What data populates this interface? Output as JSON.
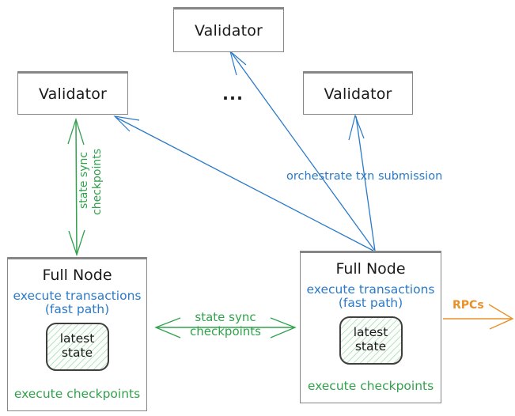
{
  "diagram": {
    "title": "Sui network topology: validators, full nodes, state sync",
    "colors": {
      "blue": "#2a7ac9",
      "green": "#31a24c",
      "orange": "#e8912a",
      "box_border": "#868686",
      "text": "#1a1a1a"
    },
    "validators": [
      {
        "id": "validator-top",
        "label": "Validator"
      },
      {
        "id": "validator-left",
        "label": "Validator"
      },
      {
        "id": "validator-right",
        "label": "Validator"
      }
    ],
    "ellipsis": "...",
    "full_nodes": [
      {
        "id": "full-node-left",
        "title": "Full Node",
        "blue_line1": "execute transactions",
        "blue_line2": "(fast path)",
        "state_line1": "latest",
        "state_line2": "state",
        "green_line": "execute checkpoints"
      },
      {
        "id": "full-node-right",
        "title": "Full Node",
        "blue_line1": "execute transactions",
        "blue_line2": "(fast path)",
        "state_line1": "latest",
        "state_line2": "state",
        "green_line": "execute checkpoints"
      }
    ],
    "edges": {
      "orchestrate": "orchestrate txn submission",
      "vertical_state_sync": "state sync",
      "vertical_checkpoints": "checkpoints",
      "center_state_sync": "state sync",
      "center_checkpoints": "checkpoints",
      "rpcs": "RPCs"
    }
  }
}
